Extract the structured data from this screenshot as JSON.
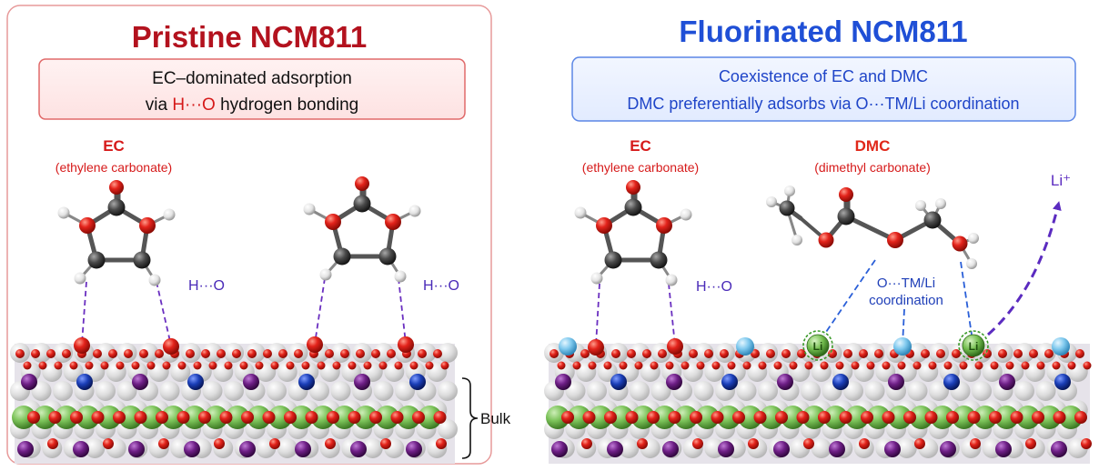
{
  "left_panel": {
    "title": "Pristine NCM811",
    "box_line1": "EC–dominated adsorption",
    "box_line2_pre": "via ",
    "box_line2_bond": "H···O",
    "box_line2_post": " hydrogen bonding",
    "ec_label": "EC",
    "ec_sub": "(ethylene carbonate)",
    "hbond_label": "H···O",
    "hbond_label_2": "H···O"
  },
  "right_panel": {
    "title": "Fluorinated NCM811",
    "box_line1": "Coexistence of EC and DMC",
    "box_line2": "DMC preferentially adsorbs via O···TM/Li coordination",
    "ec_label": "EC",
    "ec_sub": "(ethylene carbonate)",
    "dmc_label": "DMC",
    "dmc_sub": "(dimethyl carbonate)",
    "hbond_label": "H···O",
    "coord_line1": "O···TM/Li",
    "coord_line2": "coordination",
    "li_label": "Li",
    "li_label_2": "Li",
    "li_ion": "Li⁺"
  },
  "bulk_label": "Bulk",
  "colors": {
    "pristine_title": "#b3121e",
    "fluorinated_title": "#1f4fd6",
    "oxygen": "#e3231b",
    "carbon": "#4a4a4a",
    "hydrogen": "#e8e8e8",
    "nickel_purple": "#6e1f86",
    "cobalt_blue": "#1b3fb8",
    "lithium_green": "#7cc35a",
    "fluorine_cyan": "#7fc9ee",
    "bond_line_purple": "#6a2fc0",
    "bond_line_blue": "#2a5fd8"
  }
}
